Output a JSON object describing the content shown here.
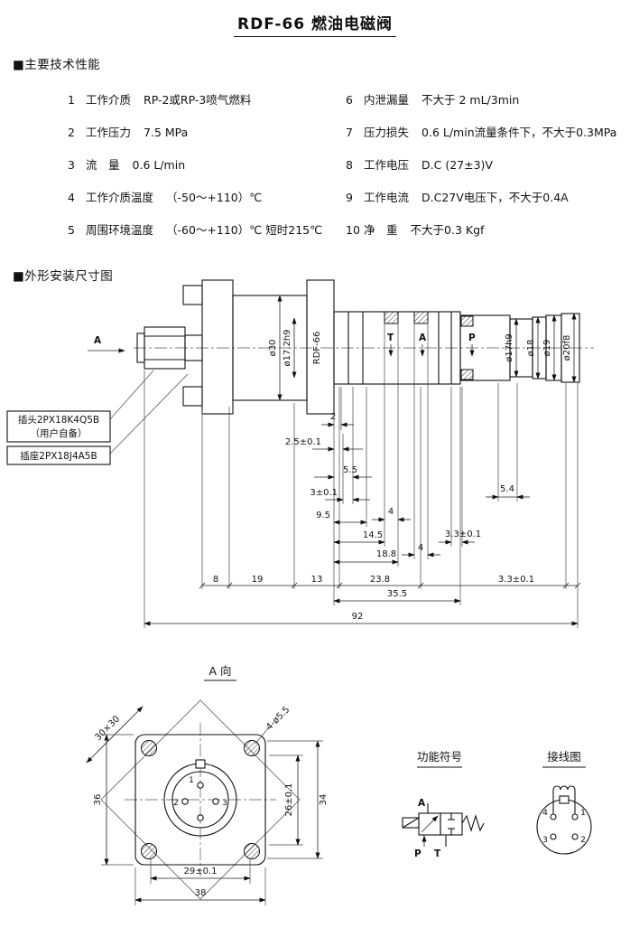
{
  "title": "RDF-66 燃油电磁阀",
  "tech": {
    "header": "■主要技术性能",
    "left": [
      {
        "num": "1",
        "label": "工作介质",
        "value": "RP-2或RP-3喷气燃料"
      },
      {
        "num": "2",
        "label": "工作压力",
        "value": "7.5 MPa"
      },
      {
        "num": "3",
        "label": "流　量",
        "value": "0.6 L/min"
      },
      {
        "num": "4",
        "label": "工作介质温度",
        "value": "（-50～+110）℃"
      },
      {
        "num": "5",
        "label": "周围环境温度",
        "value": "（-60～+110）℃ 短时215℃"
      }
    ],
    "right": [
      {
        "num": "6",
        "label": "内泄漏量",
        "value": "不大于 2 mL/3min"
      },
      {
        "num": "7",
        "label": "压力损失",
        "value": "0.6 L/min流量条件下，不大于0.3MPa"
      },
      {
        "num": "8",
        "label": "工作电压",
        "value": "D.C (27±3)V"
      },
      {
        "num": "9",
        "label": "工作电流",
        "value": "D.C27V电压下，不大于0.4A"
      },
      {
        "num": "10",
        "label": "净　重",
        "value": "不大于0.3 Kgf"
      }
    ]
  },
  "outline": {
    "header": "■外形安装尺寸图",
    "view_label": "A",
    "callout_plug_line1": "插头2PX18K4Q5B",
    "callout_plug_line2": "（用户自备）",
    "callout_socket": "插座2PX18J4A5B",
    "model": "RDF-66",
    "dia_30": "ø30",
    "dia_172": "ø17.2h9",
    "dia_17": "ø17h9",
    "dia_18": "ø18",
    "dia_19": "ø19",
    "dia_20": "ø20f8",
    "port_t": "T",
    "port_a": "A",
    "port_p": "P",
    "d_2": "2",
    "d_25": "2.5±0.1",
    "d_55": "5.5",
    "d_3": "3±0.1",
    "d_95": "9.5",
    "d_4a": "4",
    "d_145": "14.5",
    "d_188": "18.8",
    "d_4b": "4",
    "d_33a": "3.3±0.1",
    "d_54": "5.4",
    "d_8": "8",
    "d_19": "19",
    "d_13": "13",
    "d_238": "23.8",
    "d_33b": "3.3±0.1",
    "d_355": "35.5",
    "d_92": "92"
  },
  "aview": {
    "header": "A 向",
    "d_3030": "30×30",
    "d_holes": "4-ø5.5",
    "d_36": "36",
    "d_34": "34",
    "d_26": "26±0.1",
    "d_29": "29±0.1",
    "d_38": "38",
    "pin1": "1",
    "pin2": "2",
    "pin3": "3"
  },
  "symbols": {
    "func_header": "功能符号",
    "wiring_header": "接线图",
    "func_a": "A",
    "func_p": "P",
    "func_t": "T",
    "w1": "1",
    "w2": "2",
    "w3": "3",
    "w4": "4"
  }
}
